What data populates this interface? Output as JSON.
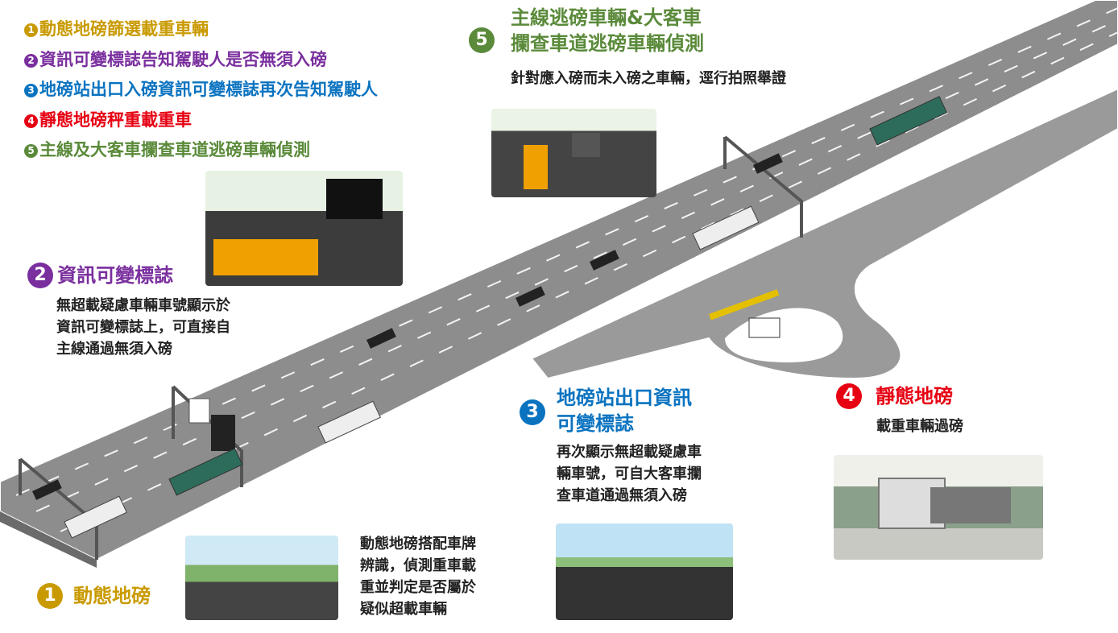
{
  "colors": {
    "step1": "#c99a00",
    "step2": "#7a2f9e",
    "step3": "#0a73c0",
    "step4": "#e60012",
    "step5": "#5a8a3a",
    "road": "#8c8c8c"
  },
  "legend": [
    {
      "num": "1",
      "text": "動態地磅篩選載重車輛"
    },
    {
      "num": "2",
      "text": "資訊可變標誌告知駕駛人是否無須入磅"
    },
    {
      "num": "3",
      "text": "地磅站出口入磅資訊可變標誌再次告知駕駛人"
    },
    {
      "num": "4",
      "text": "靜態地磅秤重載重車"
    },
    {
      "num": "5",
      "text": "主線及大客車攔查車道逃磅車輛偵測"
    }
  ],
  "callouts": {
    "step1": {
      "num": "1",
      "title": "動態地磅",
      "desc": "動態地磅搭配車牌\n辨識，偵測重車載\n重並判定是否屬於\n疑似超載車輛"
    },
    "step2": {
      "num": "2",
      "title": "資訊可變標誌",
      "desc": "無超載疑慮車輛車號顯示於\n資訊可變標誌上，可直接自\n主線通過無須入磅"
    },
    "step3": {
      "num": "3",
      "title_line1": "地磅站出口資訊",
      "title_line2": "可變標誌",
      "desc": "再次顯示無超載疑慮車\n輛車號，可自大客車攔\n查車道通過無須入磅"
    },
    "step4": {
      "num": "4",
      "title": "靜態地磅",
      "desc": "載重車輛過磅"
    },
    "step5": {
      "num": "5",
      "title_line1": "主線逃磅車輛&大客車",
      "title_line2": "攔查車道逃磅車輛偵測",
      "desc": "針對應入磅而未入磅之車輛，逕行拍照舉證"
    }
  }
}
